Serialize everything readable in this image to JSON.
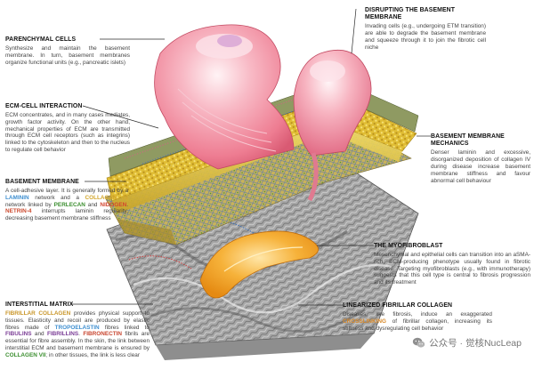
{
  "callouts": {
    "parenchymal": {
      "title": "PARENCHYMAL CELLS",
      "body": "Synthesize and maintain the basement membrane. In turn, basement membranes organize functional units (e.g., pancreatic islets)"
    },
    "ecm_cell": {
      "title": "ECM-CELL INTERACTION",
      "body": "ECM concentrates, and in many cases mediates, growth factor activity. On the other hand, mechanical properties of ECM are transmitted through ECM cell receptors (such as integrins) linked to the cytoskeleton and then to the nucleus to regulate cell behavior"
    },
    "basement": {
      "title": "BASEMENT MEMBRANE",
      "p1": "A cell-adhesive layer. It is generally formed by a ",
      "laminin": "LAMININ",
      "p2": " network and a ",
      "collagen4": "COLLAGEN IV",
      "p3": " network linked by ",
      "perlecan": "PERLECAN",
      "p4": " and ",
      "nidogen": "NIDOGEN",
      "p5": ". ",
      "netrin": "NETRIN-4",
      "p6": " interrupts laminin regularity, decreasing basement membrane stiffness"
    },
    "interstitial": {
      "title": "INTERSTITIAL MATRIX",
      "fibrillar": "FIBRILLAR COLLAGEN",
      "p1": " provides physical support to tissues. Elasticity and recoil are produced by elastic fibres made of ",
      "tropoelastin": "TROPOELASTIN",
      "p2": " fibres linked to ",
      "fibulins": "FIBULINS",
      "p3": " and ",
      "fibrillins": "FIBRILLINS",
      "p4": ". ",
      "fibronectin": "FIBRONECTIN",
      "p5": " fibrils are essential for fibre assembly. In the skin, the link between interstitial ECM and basement membrane is ensured by ",
      "collagen7": "COLLAGEN VII",
      "p6": "; in other tissues, the link is less clear"
    },
    "disrupt": {
      "title": "DISRUPTING THE BASEMENT MEMBRANE",
      "body": "Invading cells (e.g., undergoing ETM transition) are able to degrade the basement membrane and squeeze through it to join the fibrotic cell niche"
    },
    "bm_mech": {
      "title": "BASEMENT MEMBRANE MECHANICS",
      "body": "Denser laminin and excessive, disorganized deposition of collagen IV during disease increase basement membrane stiffness and favour abnormal cell behaviour"
    },
    "myofib": {
      "title": "THE MYOFIBROBLAST",
      "body": "Mesenchymal and epithelial cells can transition into an aSMA-rich, ECM-producing phenotype usually found in fibrotic disease. Targeting myofibroblasts (e.g., with immunotherapy) suggests that this cell type is central to fibrosis progression and its treatment"
    },
    "linear": {
      "title": "LINEARIZED FIBRILLAR COLLAGEN",
      "p1": "Diseases, like fibrosis, induce an exaggerated ",
      "crosslinking": "CROSSLINKING",
      "p2": " of fibrillar collagen, increasing its stiffness and dysregulating cell behavior"
    }
  },
  "watermark": {
    "text": "公众号 · 觉核NucLeap",
    "icon": "wechat-icon"
  },
  "colors": {
    "cell_pink": "#f08a9c",
    "cell_highlight": "#fde3ea",
    "collagen_gold": "#e3c33a",
    "fibre_grey": "#9a9a9a",
    "myofibroblast_orange": "#f0a020",
    "leader_line": "#2b2b2b"
  }
}
